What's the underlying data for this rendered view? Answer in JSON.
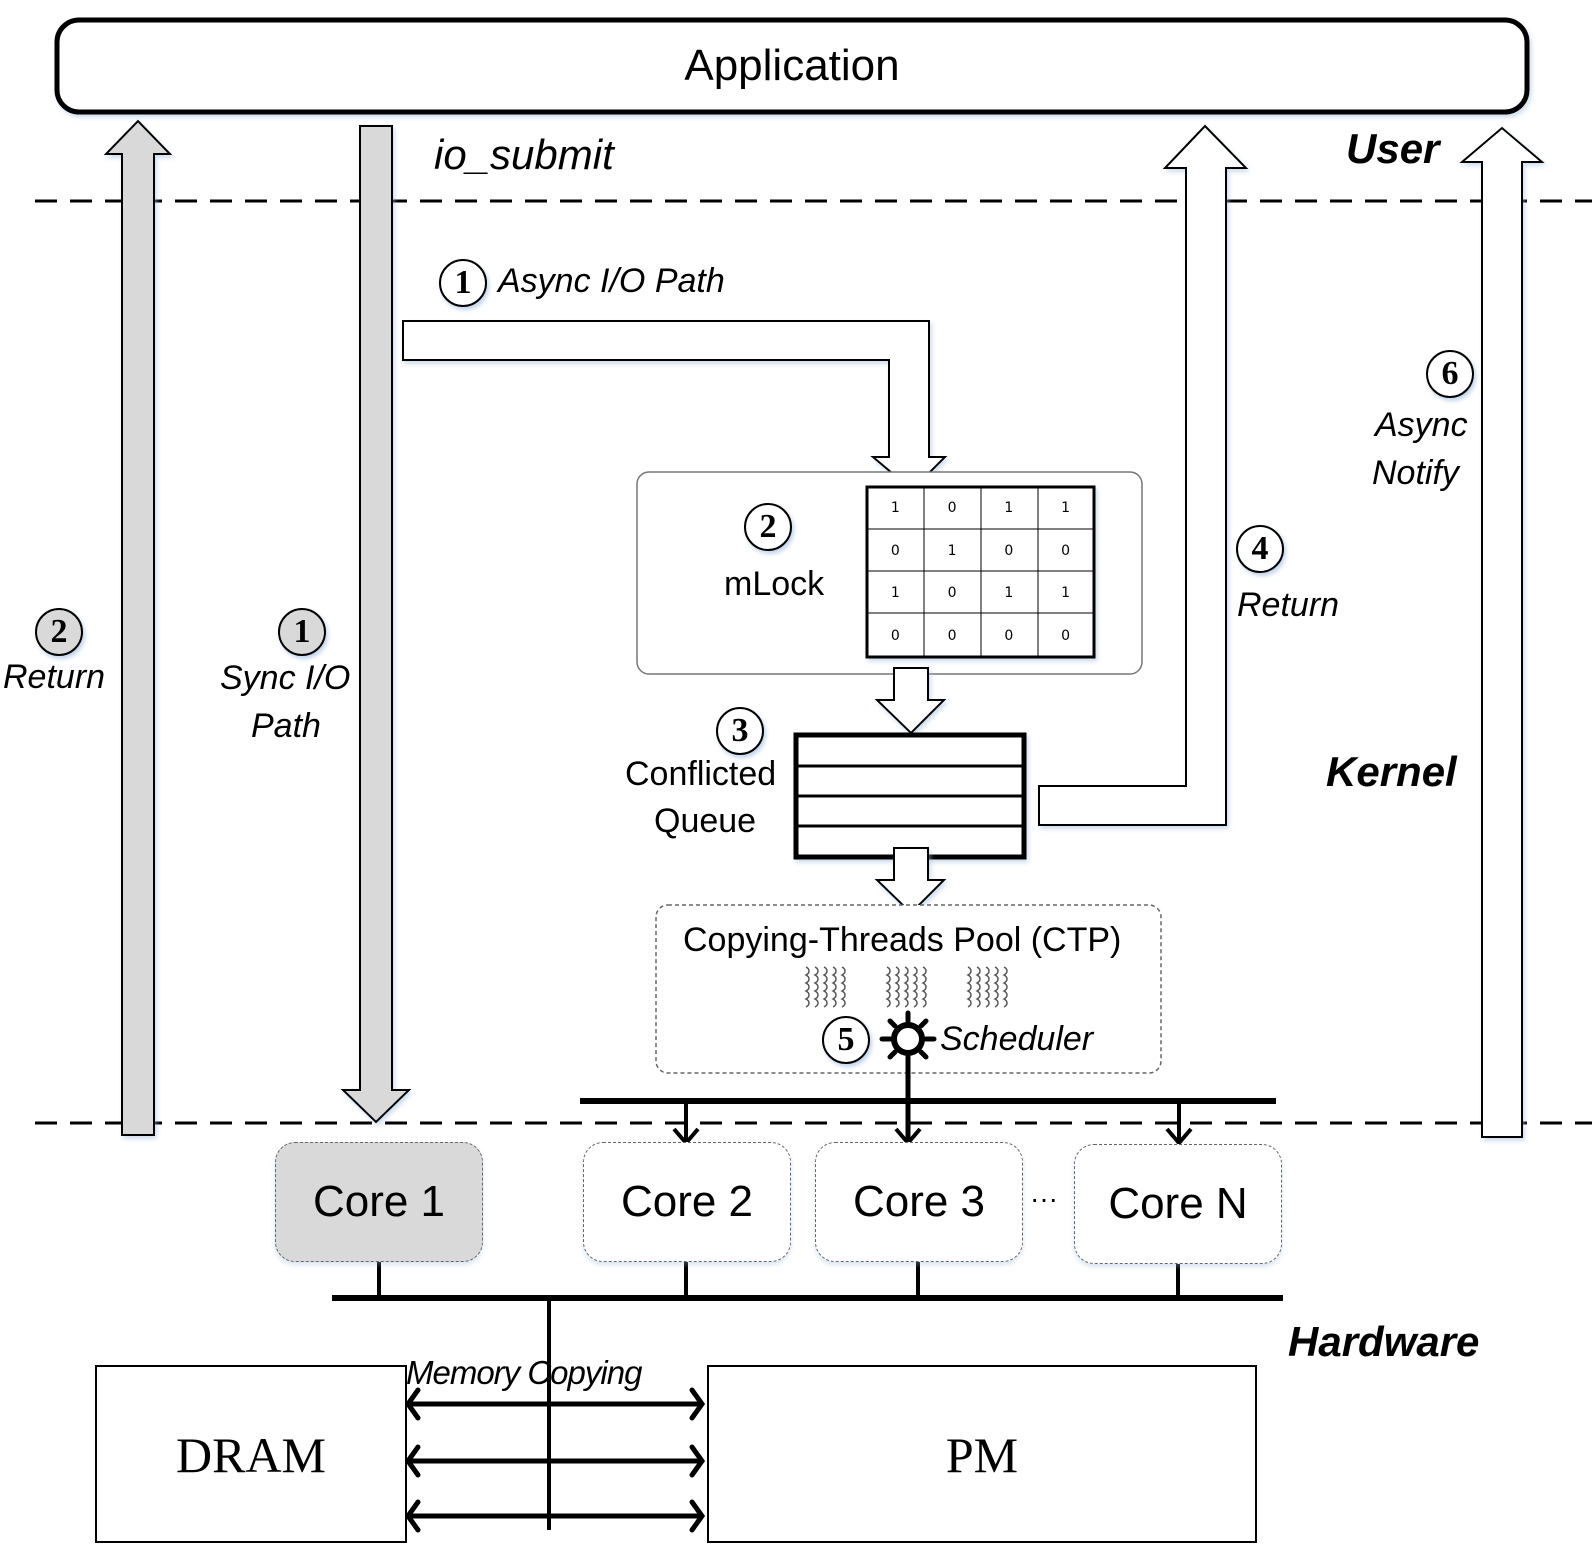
{
  "application": {
    "label": "Application"
  },
  "layers": {
    "user": "User",
    "kernel": "Kernel",
    "hardware": "Hardware"
  },
  "calls": {
    "io_submit": "io_submit"
  },
  "steps": {
    "sync_path": {
      "number": "1",
      "label_line1": "Sync I/O",
      "label_line2": "Path"
    },
    "sync_return": {
      "number": "2",
      "label": "Return"
    },
    "async_path": {
      "number": "1",
      "label": "Async I/O Path"
    },
    "mlock": {
      "number": "2",
      "label": "mLock"
    },
    "conflicted_queue": {
      "number": "3",
      "label_line1": "Conflicted",
      "label_line2": "Queue"
    },
    "async_return": {
      "number": "4",
      "label": "Return"
    },
    "scheduler": {
      "number": "5",
      "label": "Scheduler"
    },
    "async_notify": {
      "number": "6",
      "label_line1": "Async",
      "label_line2": "Notify"
    }
  },
  "mlock_matrix": [
    [
      "1",
      "0",
      "1",
      "1"
    ],
    [
      "0",
      "1",
      "0",
      "0"
    ],
    [
      "1",
      "0",
      "1",
      "1"
    ],
    [
      "0",
      "0",
      "0",
      "0"
    ]
  ],
  "ctp": {
    "label": "Copying-Threads Pool (CTP)",
    "thread_groups": 3
  },
  "cores": [
    {
      "label": "Core 1",
      "active": true
    },
    {
      "label": "Core 2",
      "active": false
    },
    {
      "label": "Core 3",
      "active": false
    },
    {
      "label": "Core N",
      "active": false
    }
  ],
  "cores_ellipsis": "···",
  "memory": {
    "dram": "DRAM",
    "pm": "PM",
    "copy_label": "Memory Copying"
  },
  "colors": {
    "active_fill": "#d9d9d9",
    "line": "#000000",
    "shadow": "#a0bede"
  }
}
